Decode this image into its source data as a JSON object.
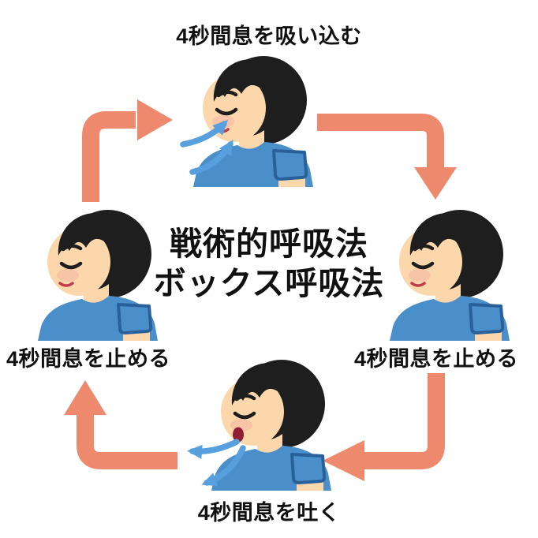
{
  "diagram": {
    "title_line1": "戦術的呼吸法",
    "title_line2": "ボックス呼吸法",
    "steps": {
      "top": {
        "label": "4秒間息を吸い込む",
        "action": "inhale"
      },
      "right": {
        "label": "4秒間息を止める",
        "action": "hold"
      },
      "bottom": {
        "label": "4秒間息を吐く",
        "action": "exhale"
      },
      "left": {
        "label": "4秒間息を止める",
        "action": "hold"
      }
    },
    "colors": {
      "cycle_arrow": "#ED8A6D",
      "breath_arrow": "#58A0DD",
      "shirt": "#4A8FC9",
      "shirt_outline": "#2A6099",
      "skin": "#FDD7AC",
      "blush": "#F6BFA8",
      "hair": "#1E1E1E",
      "mouth_smile": "#C23A4A",
      "mouth_open": "#8E1F33",
      "text": "#111111",
      "background": "#FFFFFF"
    }
  }
}
